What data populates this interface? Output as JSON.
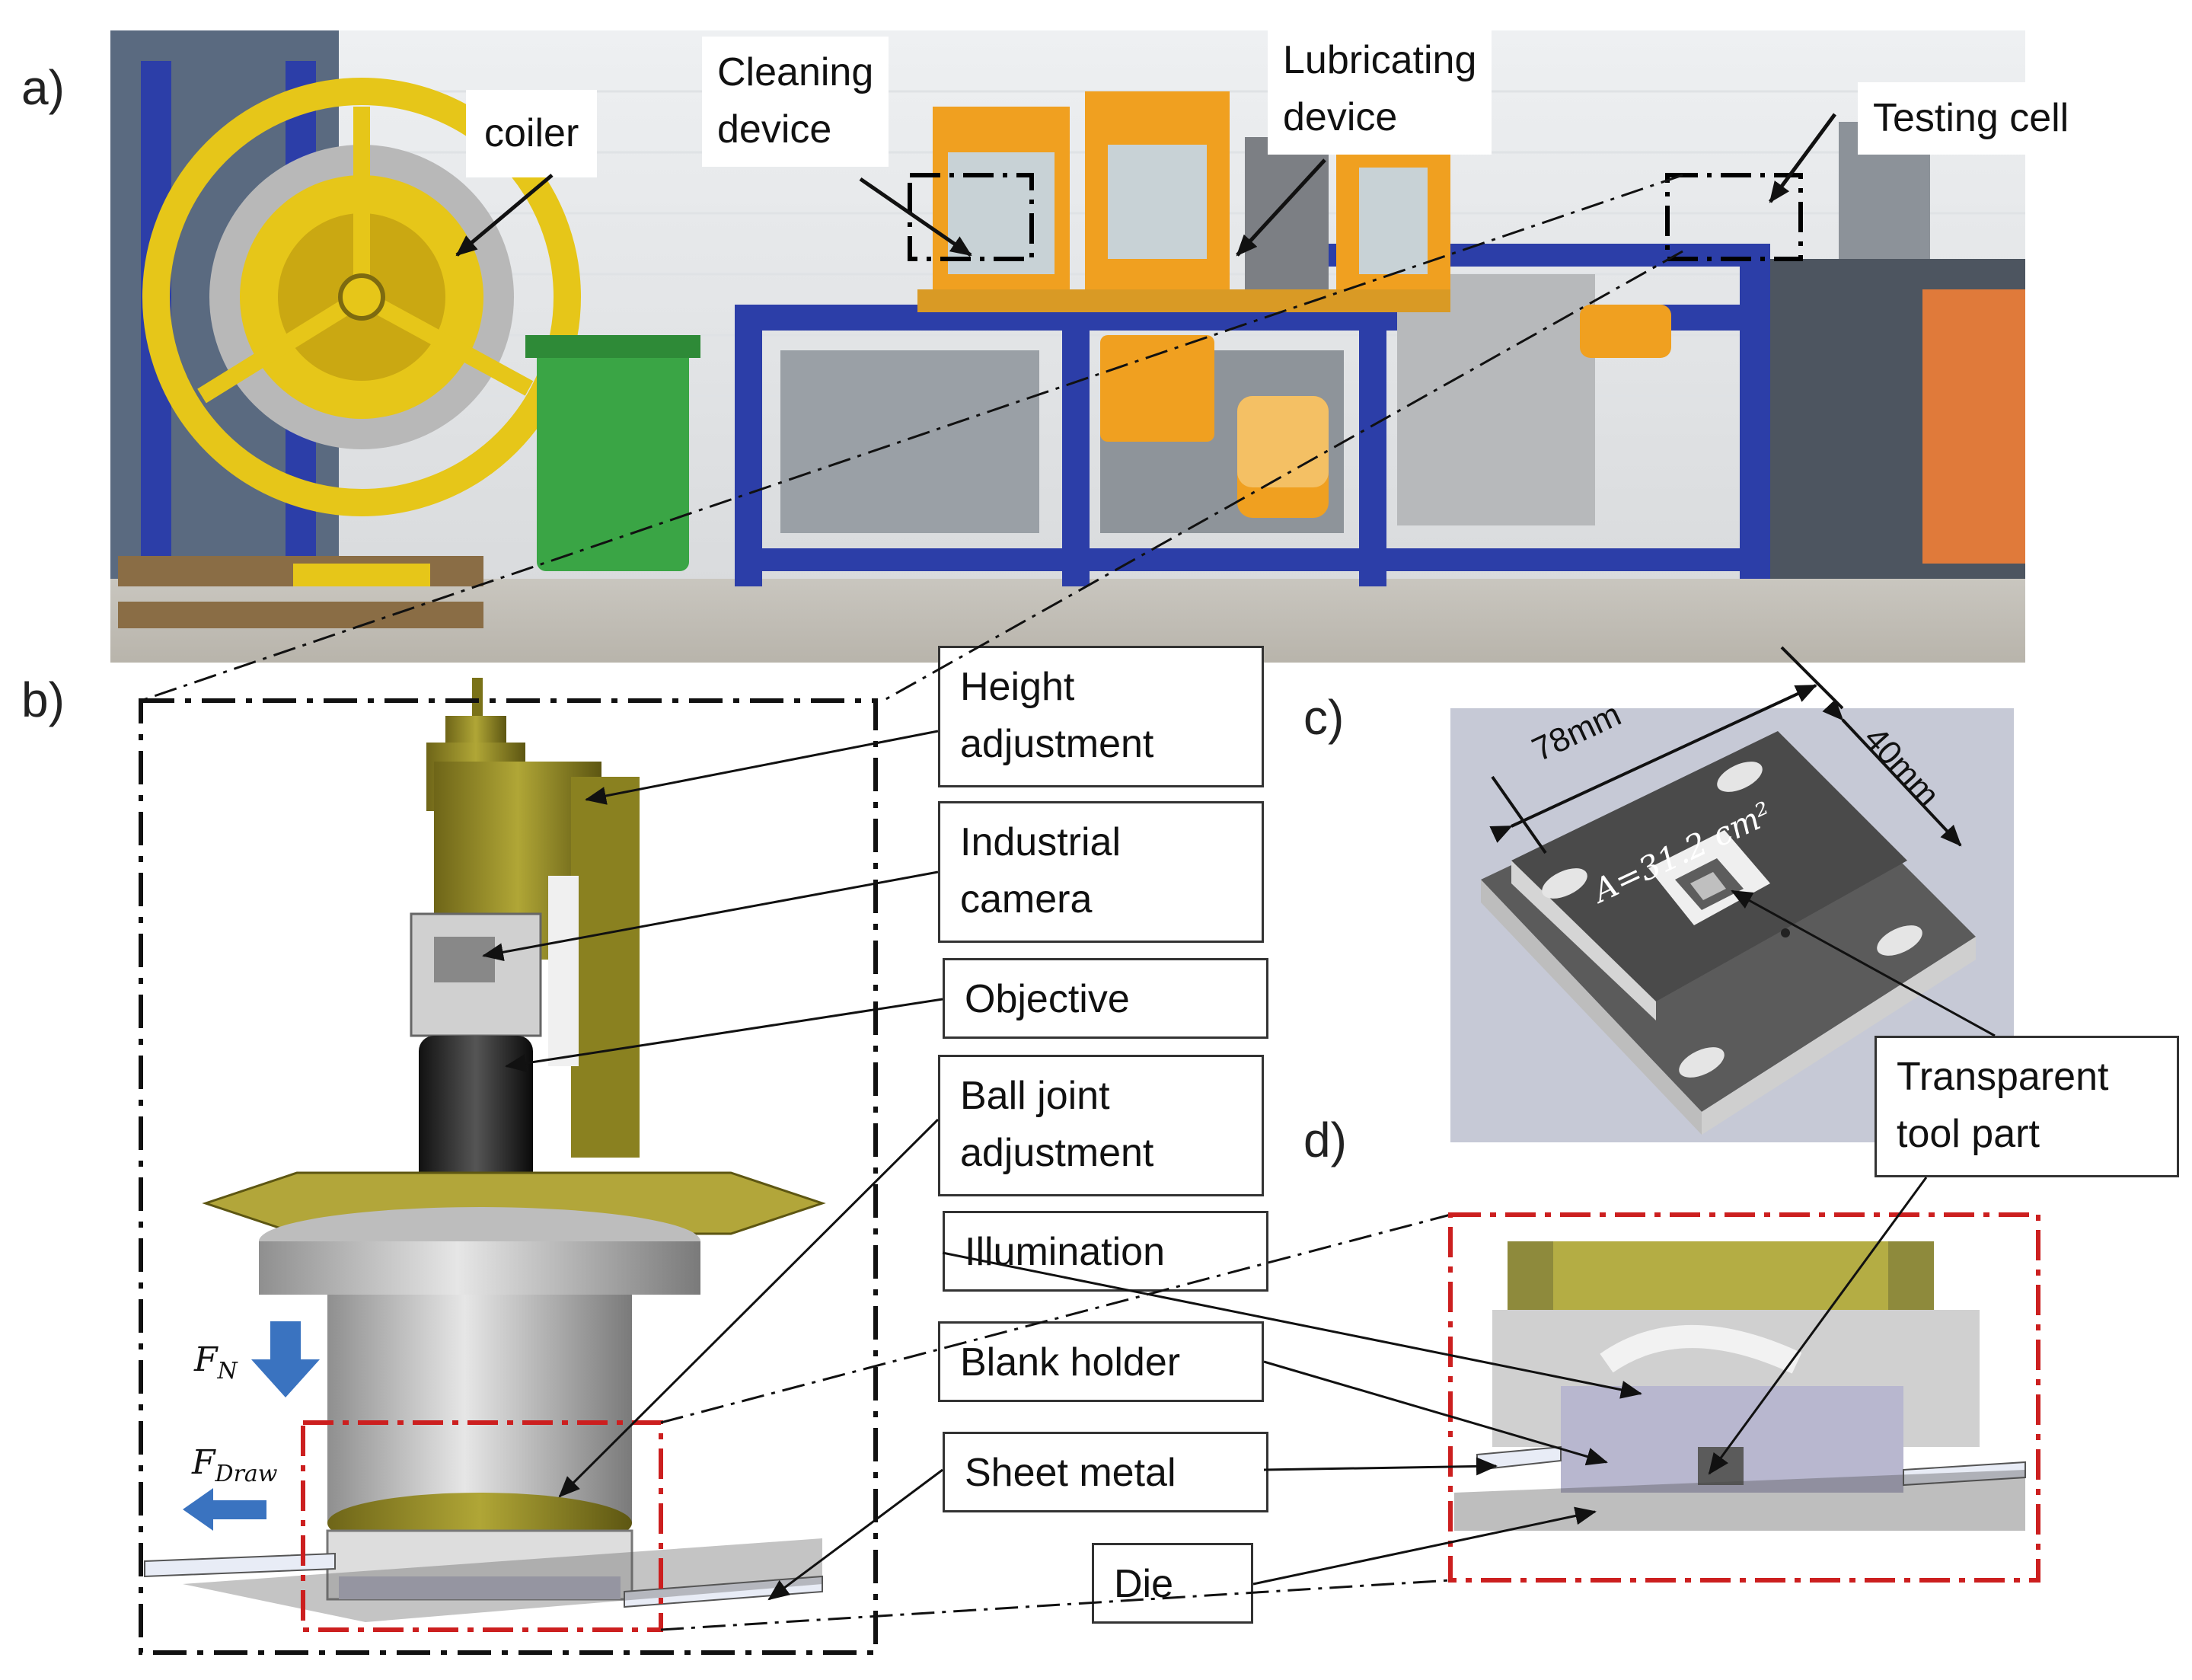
{
  "panels": {
    "a": "a)",
    "b": "b)",
    "c": "c)",
    "d": "d)"
  },
  "panel_a": {
    "coiler": "coiler",
    "cleaning": "Cleaning\ndevice",
    "lubricating": "Lubricating\ndevice",
    "testing": "Testing cell"
  },
  "panel_b": {
    "height": "Height\nadjustment",
    "camera": "Industrial\ncamera",
    "objective": "Objective",
    "balljoint": "Ball joint\nadjustment",
    "illumination": "Illumination",
    "blankholder": "Blank holder",
    "sheet": "Sheet metal",
    "die": "Die",
    "fn_main": "F",
    "fn_sub": "N",
    "fdraw_main": "F",
    "fdraw_sub": "Draw"
  },
  "panel_c": {
    "dim_length": "78mm",
    "dim_width": "40mm",
    "area": "A=31.2 cm²",
    "transparent": "Transparent\ntool part"
  },
  "colors": {
    "frame_blue": "#2c3ea8",
    "coiler_yellow": "#e6c619",
    "highlight_red": "#cc1f1f",
    "cabinet_orange": "#f0a020"
  }
}
